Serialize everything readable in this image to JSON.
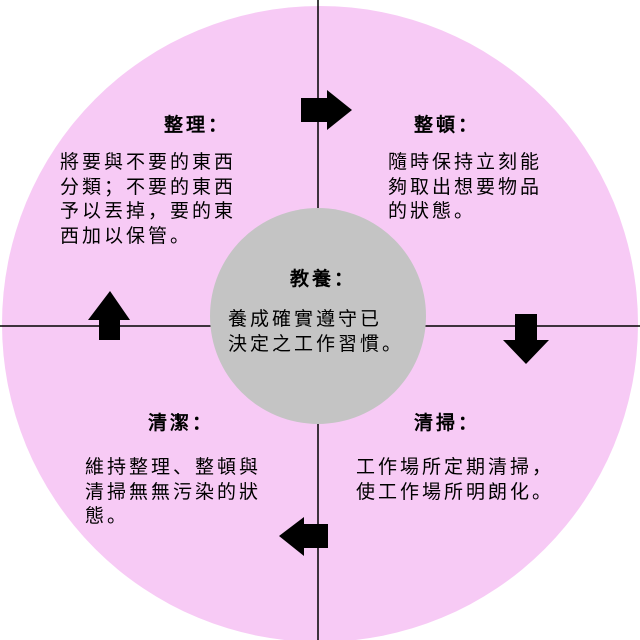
{
  "colors": {
    "ring": "#f7caf5",
    "center": "#c4c4c4",
    "lines": "#000000",
    "text": "#000000",
    "background": "#ffffff"
  },
  "arrows": [
    {
      "name": "arrow-right-icon",
      "direction": "right"
    },
    {
      "name": "arrow-down-icon",
      "direction": "down"
    },
    {
      "name": "arrow-left-icon",
      "direction": "left"
    },
    {
      "name": "arrow-up-icon",
      "direction": "up"
    }
  ],
  "quadrants": {
    "top_left": {
      "title": "整理：",
      "body": "將要與不要的東西\n分類；不要的東西\n予以丟掉，要的東\n西加以保管。"
    },
    "top_right": {
      "title": "整頓：",
      "body": "隨時保持立刻能\n夠取出想要物品\n的狀態。"
    },
    "bottom_right": {
      "title": "清掃：",
      "body": "工作場所定期清掃，\n使工作場所明朗化。"
    },
    "bottom_left": {
      "title": "清潔：",
      "body": "維持整理、整頓與\n清掃無無污染的狀\n態。"
    }
  },
  "center": {
    "title": "教養：",
    "body": "養成確實遵守已\n決定之工作習慣。"
  }
}
